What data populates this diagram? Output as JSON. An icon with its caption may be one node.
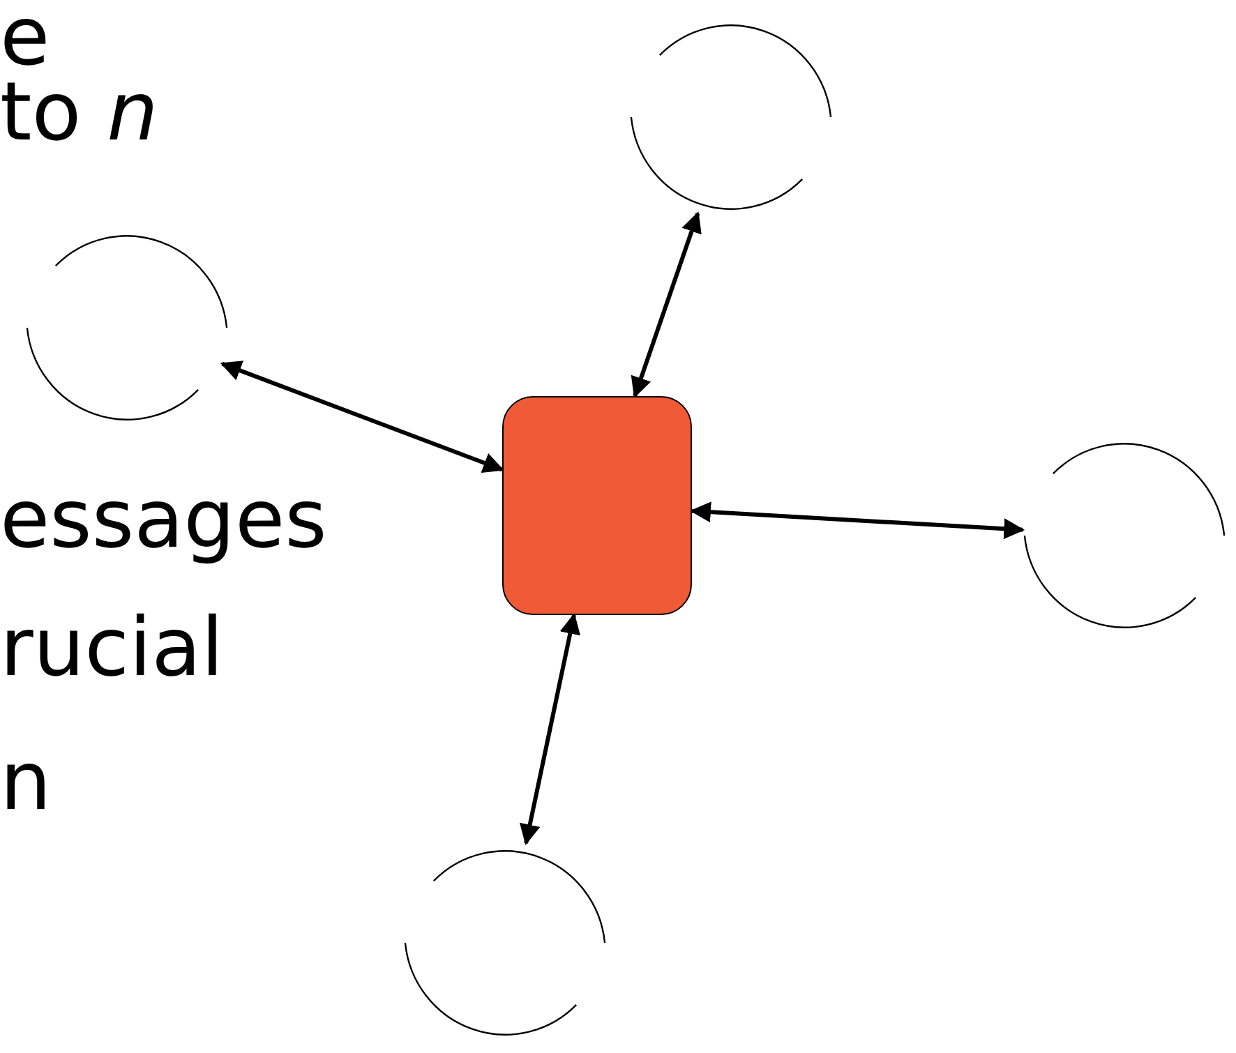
{
  "diagram": {
    "nodes": [
      {
        "text": [],
        "shape": "circle"
      },
      {
        "text": [],
        "shape": "circle"
      },
      {
        "text": [],
        "shape": "box"
      },
      {
        "text": [],
        "shape": "circle"
      },
      {
        "text": [],
        "shape": "circle"
      }
    ],
    "edges": [
      {
        "from": 2,
        "to": 0,
        "arrow": "both"
      },
      {
        "from": 2,
        "to": 1,
        "arrow": "both"
      },
      {
        "from": 2,
        "to": 3,
        "arrow": "both"
      },
      {
        "from": 2,
        "to": 4,
        "arrow": "both"
      }
    ],
    "labels": [
      "e",
      "to *n*",
      "essages",
      "rucial",
      "n"
    ]
  }
}
